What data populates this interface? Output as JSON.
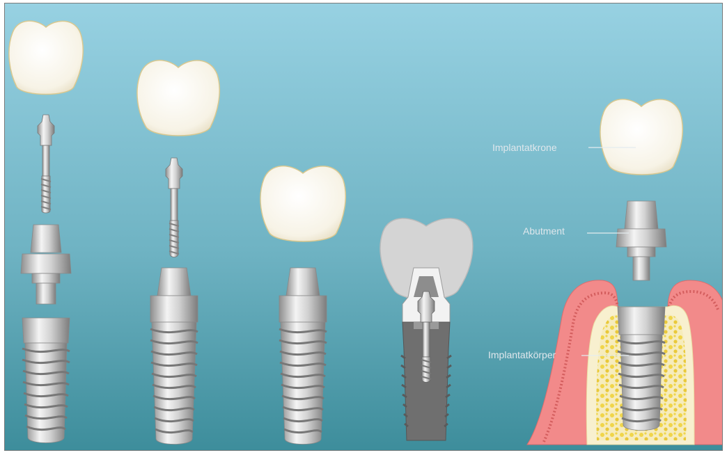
{
  "labels": {
    "crown": "Implantatkrone",
    "abutment": "Abutment",
    "body": "Implantatkörper"
  },
  "colors": {
    "sky_top": "#96d0e0",
    "sky_bottom": "#3f8f9d",
    "crown": "#fbf8ee",
    "metal": "#cfcfcf",
    "gum": "#f38b8b",
    "bone": "#f4e4a6"
  },
  "icons": {
    "crown": "tooth-crown-icon",
    "screw": "abutment-screw-icon",
    "abutment": "abutment-icon",
    "body": "threaded-implant-body-icon"
  }
}
